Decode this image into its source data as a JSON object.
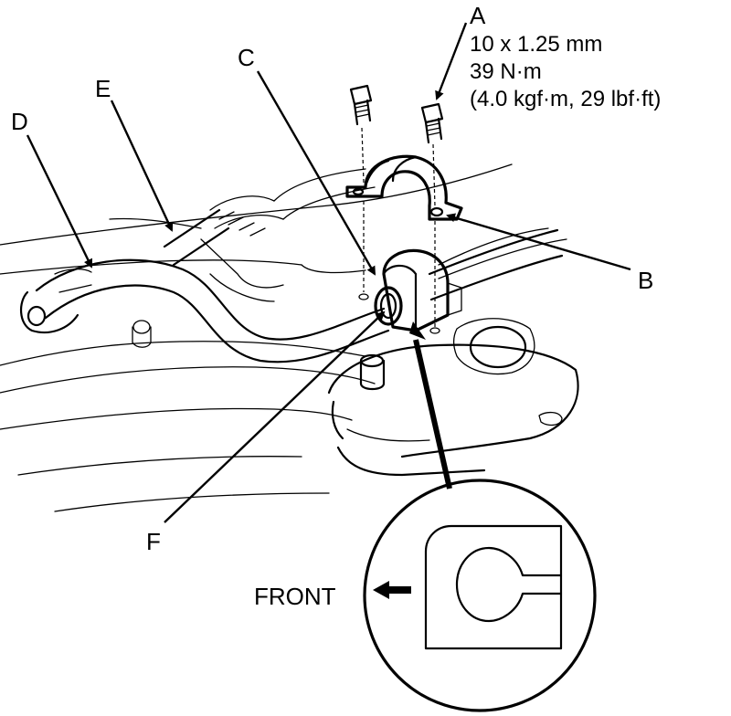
{
  "callouts": {
    "a": "A",
    "b": "B",
    "c": "C",
    "d": "D",
    "e": "E",
    "f": "F"
  },
  "torque_spec": {
    "bolt_size": "10 x 1.25 mm",
    "torque_nm": "39 N·m",
    "torque_alt": "(4.0 kgf·m, 29 lbf·ft)"
  },
  "detail": {
    "direction_label": "FRONT"
  },
  "colors": {
    "line": "#000000",
    "background": "#ffffff"
  }
}
